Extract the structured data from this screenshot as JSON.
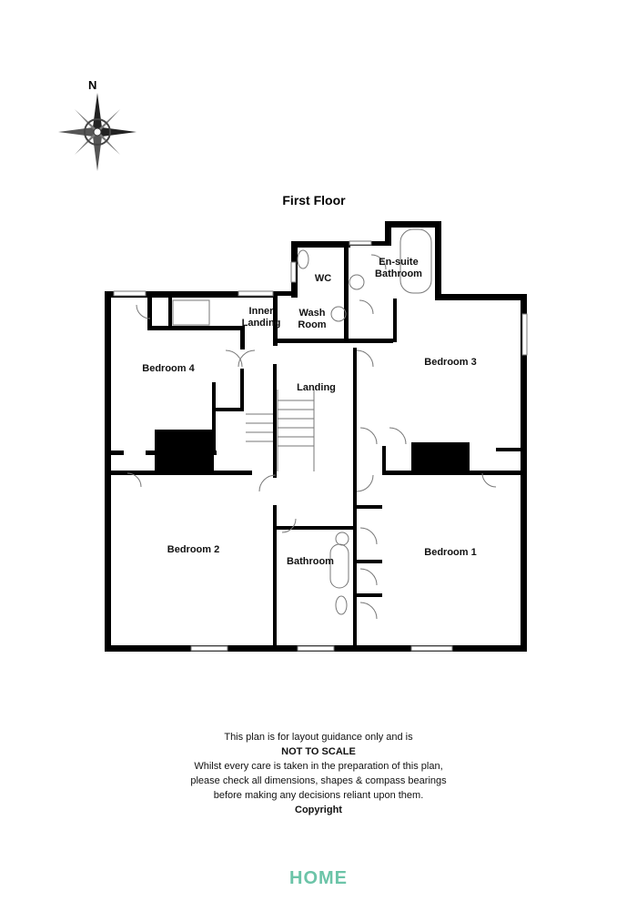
{
  "compass": {
    "north_label": "N"
  },
  "title": "First Floor",
  "rooms": {
    "wc": "WC",
    "ensuite": "En-suite\nBathroom",
    "inner_landing": "Inner\nLanding",
    "wash_room": "Wash\nRoom",
    "bedroom4": "Bedroom 4",
    "bedroom3": "Bedroom 3",
    "landing": "Landing",
    "bedroom2": "Bedroom 2",
    "bathroom": "Bathroom",
    "bedroom1": "Bedroom 1"
  },
  "disclaimer": {
    "line1": "This plan is for layout guidance only and is",
    "line2": "NOT TO SCALE",
    "line3": "Whilst every care is taken in the preparation of this plan, please check all dimensions, shapes & compass bearings before making any decisions reliant upon them.",
    "line4": "Copyright"
  },
  "logo": "HOME",
  "colors": {
    "wall": "#000000",
    "logo": "#6cc4a8"
  }
}
